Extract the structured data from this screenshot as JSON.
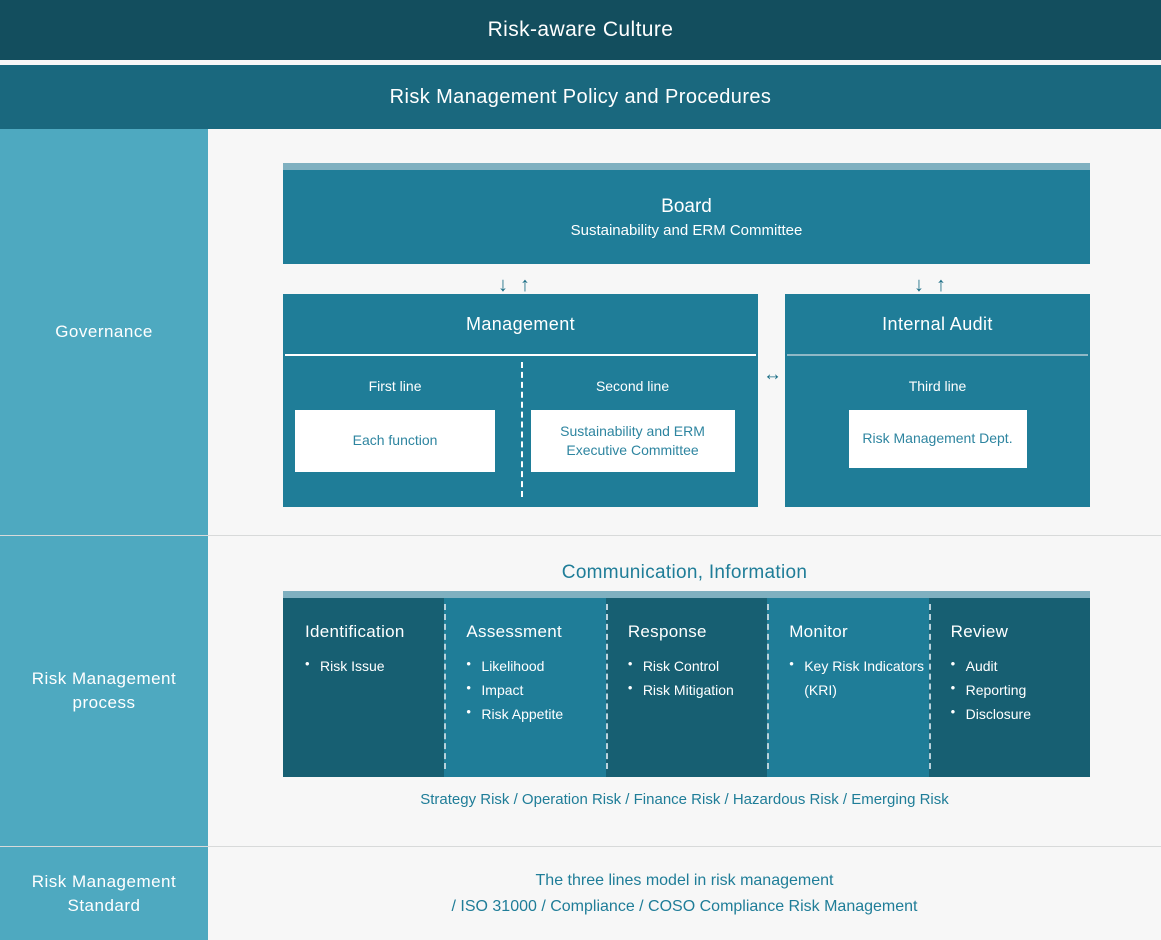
{
  "banners": {
    "culture": "Risk-aware Culture",
    "policy": "Risk Management Policy and Procedures"
  },
  "governance": {
    "sidebar_label": "Governance",
    "board": {
      "title": "Board",
      "subtitle": "Sustainability and ERM Committee"
    },
    "arrow_down": "↓",
    "arrow_up": "↑",
    "arrow_both": "↔",
    "management": {
      "title": "Management",
      "first_line_label": "First line",
      "first_line_card": "Each function",
      "second_line_label": "Second line",
      "second_line_card": "Sustainability and ERM Executive Committee"
    },
    "internal_audit": {
      "title": "Internal Audit",
      "third_line_label": "Third line",
      "third_line_card": "Risk Management Dept."
    }
  },
  "process": {
    "sidebar_label": "Risk Management process",
    "communication_title": "Communication, Information",
    "columns": [
      {
        "title": "Identification",
        "items": [
          "Risk Issue"
        ]
      },
      {
        "title": "Assessment",
        "items": [
          "Likelihood",
          "Impact",
          "Risk Appetite"
        ]
      },
      {
        "title": "Response",
        "items": [
          "Risk Control",
          "Risk Mitigation"
        ]
      },
      {
        "title": "Monitor",
        "items": [
          "Key Risk Indicators (KRI)"
        ]
      },
      {
        "title": "Review",
        "items": [
          "Audit",
          "Reporting",
          "Disclosure"
        ]
      }
    ],
    "risk_types": "Strategy Risk / Operation Risk / Finance Risk / Hazardous Risk / Emerging Risk"
  },
  "standard": {
    "sidebar_label": "Risk Management Standard",
    "line1": "The three lines model in risk management",
    "line2": "/ ISO 31000 / Compliance / COSO Compliance Risk Management"
  },
  "colors": {
    "banner_dark": "#134e5e",
    "banner_mid": "#1a687e",
    "sidebar": "#4ea9c0",
    "box_teal": "#1f7d98",
    "box_teal_dark": "#175f72",
    "strip_light": "#7fb0c0",
    "page_bg": "#f7f7f7",
    "accent_text": "#1f7d98"
  }
}
